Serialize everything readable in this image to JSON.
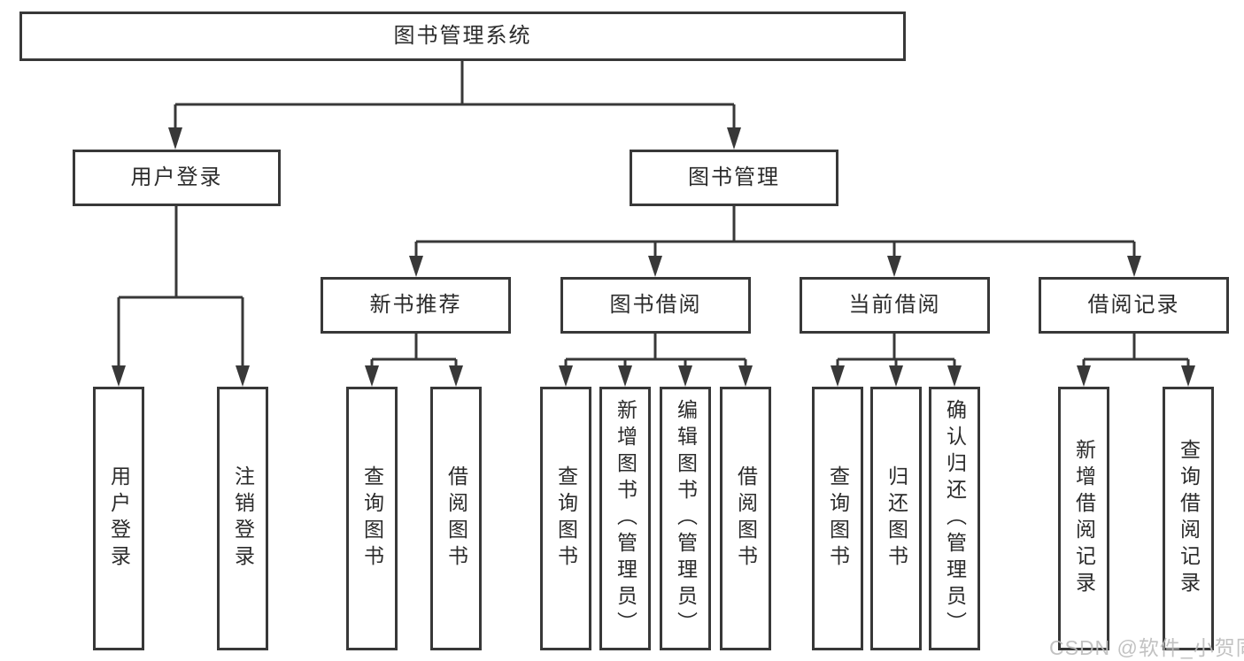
{
  "diagram": {
    "root": {
      "label": "图书管理系统"
    },
    "level2": [
      {
        "label": "用户登录"
      },
      {
        "label": "图书管理"
      }
    ],
    "level3": [
      {
        "label": "新书推荐",
        "parent": "图书管理"
      },
      {
        "label": "图书借阅",
        "parent": "图书管理"
      },
      {
        "label": "当前借阅",
        "parent": "图书管理"
      },
      {
        "label": "借阅记录",
        "parent": "图书管理"
      }
    ],
    "leaves": [
      {
        "label": "用户登录",
        "parent": "用户登录"
      },
      {
        "label": "注销登录",
        "parent": "用户登录"
      },
      {
        "label": "查询图书",
        "parent": "新书推荐"
      },
      {
        "label": "借阅图书",
        "parent": "新书推荐"
      },
      {
        "label": "查询图书",
        "parent": "图书借阅"
      },
      {
        "label": "新增图书（管理员）",
        "parent": "图书借阅"
      },
      {
        "label": "编辑图书（管理员）",
        "parent": "图书借阅"
      },
      {
        "label": "借阅图书",
        "parent": "图书借阅"
      },
      {
        "label": "查询图书",
        "parent": "当前借阅"
      },
      {
        "label": "归还图书",
        "parent": "当前借阅"
      },
      {
        "label": "确认归还（管理员）",
        "parent": "当前借阅"
      },
      {
        "label": "新增借阅记录",
        "parent": "借阅记录"
      },
      {
        "label": "查询借阅记录",
        "parent": "借阅记录"
      }
    ]
  },
  "watermark": {
    "text": "CSDN @软件_小贺同学",
    "color": "#bcbcbc"
  },
  "colors": {
    "line": "#383838",
    "box_border": "#383838",
    "box_background": "#ffffff",
    "text": "#2b2b2b"
  }
}
